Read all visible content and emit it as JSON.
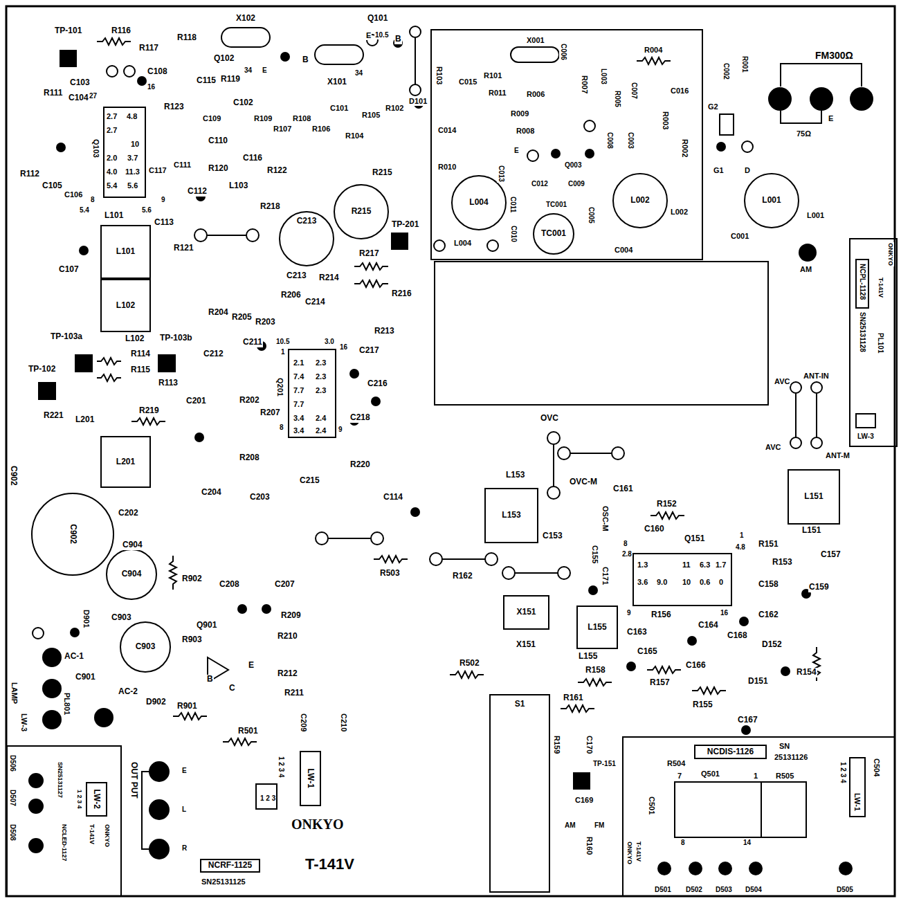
{
  "diagram": {
    "nodes": [
      {
        "text": [
          "L101"
        ]
      },
      {
        "text": [
          "L102"
        ]
      },
      {
        "text": [
          "L201"
        ]
      },
      {
        "text": [
          "L153"
        ]
      },
      {
        "text": [
          "L151"
        ]
      },
      {
        "text": [
          "X151"
        ]
      },
      {
        "text": [
          "L155"
        ]
      },
      {
        "text": [
          "S1"
        ]
      },
      {
        "text": [
          "L004"
        ]
      },
      {
        "text": [
          "TC001"
        ]
      },
      {
        "text": [
          "L002"
        ]
      },
      {
        "text": [
          "L001"
        ]
      },
      {
        "text": [
          "R215"
        ]
      },
      {
        "text": [
          "C213"
        ]
      },
      {
        "text": [
          "C902"
        ]
      },
      {
        "text": [
          "C904"
        ]
      },
      {
        "text": [
          "C903"
        ]
      },
      {
        "text": [
          "NCDIS-1126"
        ]
      },
      {
        "text": [
          "NCRF-1125"
        ]
      },
      {
        "text": [
          "LW-1"
        ]
      },
      {
        "text": [
          "LW-2"
        ]
      }
    ],
    "labels": [
      "TP-101",
      "R116",
      "R117",
      "R118",
      "X102",
      "Q101",
      "E",
      "10.5",
      "B",
      "Q102",
      "B",
      "34",
      "E",
      "X101",
      "34",
      "C103",
      "C108",
      "R111",
      "C104",
      "27",
      "16",
      "R123",
      "C115",
      "R119",
      "C102",
      "R109",
      "R107",
      "R108",
      "R106",
      "C101",
      "R104",
      "R105",
      "R102",
      "D101",
      "C109",
      "C110",
      "C116",
      "R120",
      "R122",
      "Q103",
      "2.7",
      "4.8",
      "2.7",
      "10",
      "2.0",
      "3.7",
      "4.0",
      "11.3",
      "5.4",
      "5.6",
      "8",
      "9",
      "5.4",
      "5.6",
      "C117",
      "C111",
      "R112",
      "C105",
      "C106",
      "C113",
      "R121",
      "C112",
      "L103",
      "R218",
      "R215",
      "TP-201",
      "L101",
      "C107",
      "C213",
      "R217",
      "R216",
      "R214",
      "C214",
      "R213",
      "R204",
      "R205",
      "R203",
      "R206",
      "TP-103a",
      "L102",
      "TP-103b",
      "TP-102",
      "R114",
      "R115",
      "R113",
      "C212",
      "C211",
      "10.5",
      "1",
      "3.0",
      "16",
      "C217",
      "C216",
      "C218",
      "9",
      "8",
      "Q201",
      "2.1",
      "2.3",
      "7.4",
      "2.3",
      "7.7",
      "2.3",
      "7.7",
      "3.4",
      "2.4",
      "3.4",
      "2.4",
      "R202",
      "R207",
      "R208",
      "R220",
      "R221",
      "L201",
      "R219",
      "C201",
      "C204",
      "C203",
      "C215",
      "C202",
      "C902",
      "C904",
      "C903",
      "R902",
      "D901",
      "C114",
      "R503",
      "R162",
      "L153",
      "C153",
      "C155",
      "OSC-M",
      "OVC",
      "OVC-M",
      "C161",
      "R152",
      "C160",
      "Q151",
      "1",
      "4.8",
      "R151",
      "R153",
      "C157",
      "L151",
      "C158",
      "C159",
      "C162",
      "C171",
      "8",
      "2.8",
      "9",
      "16",
      "1.3",
      "3.6",
      "9.0",
      "11",
      "10",
      "6.3",
      "0.6",
      "1.7",
      "0",
      "R156",
      "C164",
      "C168",
      "D152",
      "C163",
      "C165",
      "C166",
      "R154",
      "D151",
      "R157",
      "R158",
      "R155",
      "R161",
      "C167",
      "R502",
      "X151",
      "L155",
      "Q901",
      "E",
      "B",
      "C",
      "R903",
      "R209",
      "R210",
      "R212",
      "R211",
      "C208",
      "C207",
      "AC-1",
      "C901",
      "AC-2",
      "D902",
      "R901",
      "PL801",
      "LAMP",
      "LW-3",
      "C209",
      "C210",
      "R501",
      "1 2 3 4",
      "1 2 3",
      "ONKYO",
      "T-141V",
      "SN25131125",
      "OUT PUT",
      "E",
      "L",
      "R",
      "D506",
      "D507",
      "D508",
      "SN25131127",
      "1 2 3 4",
      "NCLED-1127",
      "T-141V",
      "ONKYO",
      "R159",
      "C170",
      "TP-151",
      "C169",
      "AM",
      "FM",
      "R160",
      "R504",
      "SN",
      "25131126",
      "C504",
      "1 2 3 4",
      "LW-1",
      "7",
      "Q501",
      "1",
      "R505",
      "C501",
      "8",
      "14",
      "ONKYO",
      "T-141V",
      "D501",
      "D502",
      "D503",
      "D504",
      "D505",
      "R103",
      "R101",
      "X001",
      "C015",
      "R011",
      "R006",
      "C006",
      "R007",
      "L003",
      "R005",
      "C007",
      "R004",
      "C016",
      "R003",
      "R002",
      "C002",
      "R001",
      "G2",
      "G1",
      "D",
      "R009",
      "R008",
      "C014",
      "E",
      "R010",
      "C013",
      "C012",
      "C009",
      "C005",
      "Q003",
      "C008",
      "C003",
      "C011",
      "C010",
      "L004",
      "C004",
      "L002",
      "L001",
      "C001",
      "AM",
      "FM300Ω",
      "E",
      "75Ω",
      "AVC",
      "ANT-IN",
      "AVC",
      "ANT-M",
      "NCPL-1128",
      "SN25131128",
      "PL101",
      "ONKYO",
      "T-141V",
      "TC001",
      "LW-3"
    ]
  }
}
